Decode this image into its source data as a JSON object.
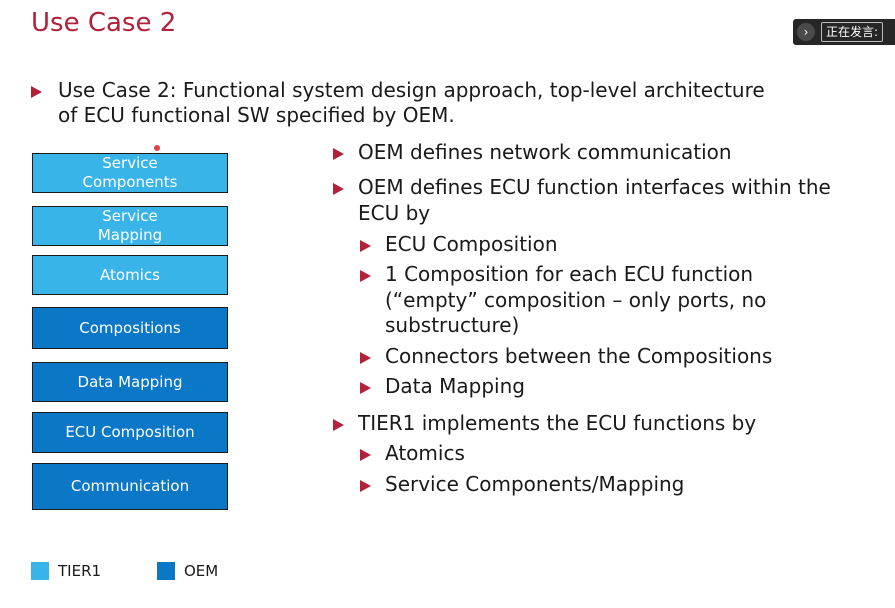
{
  "title": "Use Case 2",
  "speaking_indicator": {
    "label": "正在发言:",
    "icon": "chevron-right-icon"
  },
  "main_bullet": {
    "line1": "Use Case 2: Functional system design approach, top-level architecture",
    "line2": "of ECU functional SW specified by OEM."
  },
  "layers": [
    {
      "line1": "Service",
      "line2": "Components",
      "owner": "TIER1"
    },
    {
      "line1": "Service",
      "line2": "Mapping",
      "owner": "TIER1"
    },
    {
      "line1": "Atomics",
      "line2": "",
      "owner": "TIER1"
    },
    {
      "line1": "Compositions",
      "line2": "",
      "owner": "OEM"
    },
    {
      "line1": "Data Mapping",
      "line2": "",
      "owner": "OEM"
    },
    {
      "line1": "ECU Composition",
      "line2": "",
      "owner": "OEM"
    },
    {
      "line1": "Communication",
      "line2": "",
      "owner": "OEM"
    }
  ],
  "right": {
    "b1": "OEM defines network communication",
    "b2_l1": "OEM defines ECU function interfaces within the",
    "b2_l2": "ECU by",
    "s1": "ECU Composition",
    "s2_l1": "1 Composition for each ECU function",
    "s2_l2": "(“empty” composition – only ports, no",
    "s2_l3": "substructure)",
    "s3": "Connectors between the Compositions",
    "s4": "Data Mapping",
    "b3": "TIER1 implements the ECU functions by",
    "s5": "Atomics",
    "s6": "Service Components/Mapping"
  },
  "legend": [
    {
      "label": "TIER1",
      "color": "#39b4e9"
    },
    {
      "label": "OEM",
      "color": "#0a77c7"
    }
  ],
  "colors": {
    "accent": "#b2203a",
    "tier1": "#39b4e9",
    "oem": "#0a77c7"
  }
}
